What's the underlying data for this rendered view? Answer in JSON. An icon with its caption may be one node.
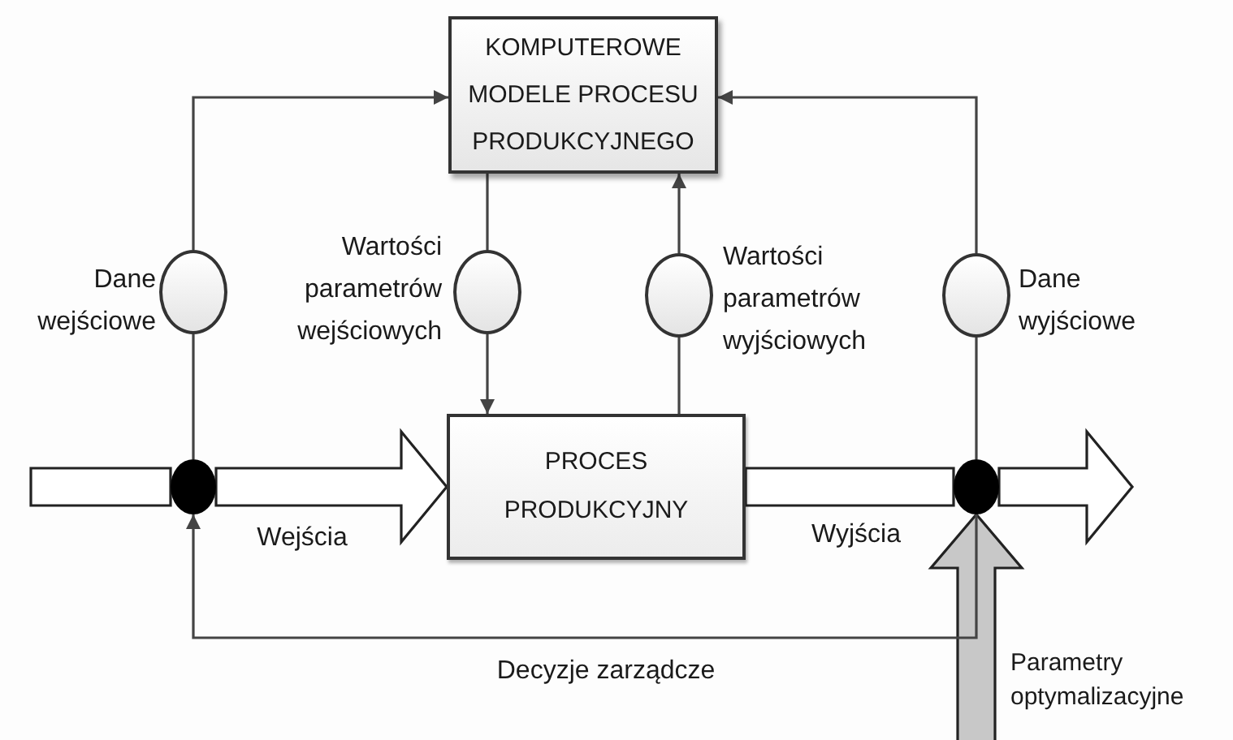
{
  "diagram": {
    "nodes": [
      {
        "text": [
          "KOMPUTEROWE MODELE PROCESU PRODUKCYJNEGO"
        ]
      },
      {
        "text": [
          "PROCES PRODUKCYJNY"
        ]
      },
      {
        "text": [],
        "shape": "circle",
        "beside": [
          "Dane wejściowe"
        ]
      },
      {
        "text": [],
        "shape": "circle",
        "beside": [
          "Wartości parametrów wejściowych"
        ]
      },
      {
        "text": [],
        "shape": "circle",
        "beside": [
          "Wartości parametrów wyjściowych"
        ]
      },
      {
        "text": [],
        "shape": "circle",
        "beside": [
          "Dane wyjściowe"
        ]
      },
      {
        "text": [],
        "shape": "circle"
      },
      {
        "text": [],
        "shape": "circle"
      }
    ],
    "edges": [
      {
        "from": null,
        "to": 6,
        "arrow": "none",
        "style": "thick"
      },
      {
        "from": 6,
        "to": 1,
        "arrow": "to",
        "style": "thick",
        "label": "Wejścia"
      },
      {
        "from": 1,
        "to": 7,
        "arrow": "none",
        "style": "thick",
        "label": "Wyjścia"
      },
      {
        "from": 7,
        "to": null,
        "arrow": "to",
        "style": "thick"
      },
      {
        "from": null,
        "to": 7,
        "arrow": "to",
        "style": "thick",
        "color": "#c8c8c8"
      },
      {
        "from": 6,
        "to": 2,
        "arrow": "none"
      },
      {
        "from": 2,
        "to": 0,
        "arrow": "to"
      },
      {
        "from": 0,
        "to": 3,
        "arrow": "none"
      },
      {
        "from": 3,
        "to": 1,
        "arrow": "to"
      },
      {
        "from": 1,
        "to": 4,
        "arrow": "none"
      },
      {
        "from": 4,
        "to": 0,
        "arrow": "to"
      },
      {
        "from": 7,
        "to": 5,
        "arrow": "none"
      },
      {
        "from": 5,
        "to": 0,
        "arrow": "to"
      },
      {
        "from": 7,
        "to": 6,
        "arrow": "to",
        "label": "Decyzje zarządcze"
      }
    ],
    "labels": [
      "Parametry optymalizacyjne"
    ]
  }
}
